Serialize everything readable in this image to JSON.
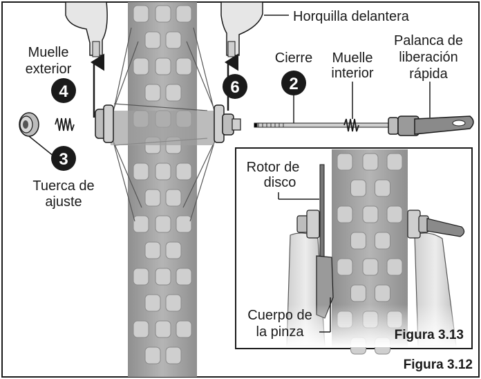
{
  "labels": {
    "fork": "Horquilla delantera",
    "outer_spring_1": "Muelle",
    "outer_spring_2": "exterior",
    "skewer": "Cierre",
    "inner_spring_1": "Muelle",
    "inner_spring_2": "interior",
    "lever_1": "Palanca de",
    "lever_2": "liberación",
    "lever_3": "rápida",
    "nut_1": "Tuerca de",
    "nut_2": "ajuste",
    "rotor_1": "Rotor de",
    "rotor_2": "disco",
    "caliper_1": "Cuerpo de",
    "caliper_2": "la pinza"
  },
  "steps": [
    "4",
    "3",
    "6",
    "2"
  ],
  "figures": {
    "inset": "Figura 3.13",
    "main": "Figura 3.12"
  },
  "colors": {
    "tire": "#a8a8a8",
    "tread": "#cfcfcf",
    "metal": "#bdbdbd",
    "dark": "#1a1a1a"
  }
}
